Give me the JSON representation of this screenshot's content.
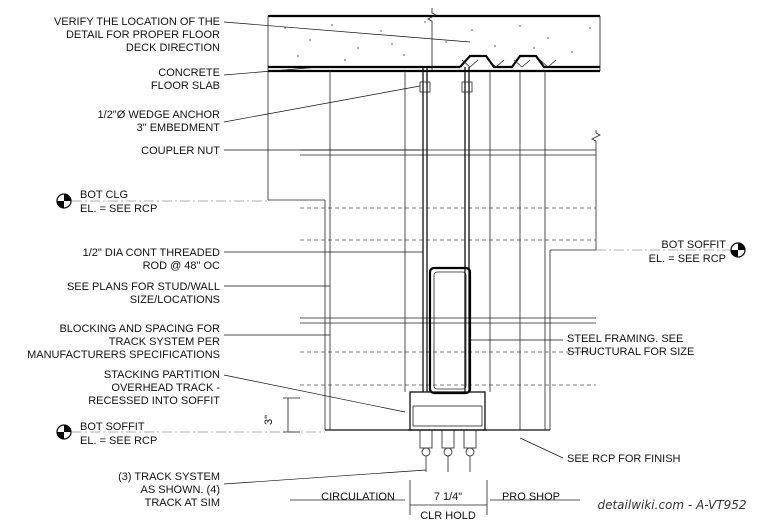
{
  "notes": {
    "verify_1": "VERIFY THE LOCATION OF THE",
    "verify_2": "DETAIL FOR  PROPER FLOOR",
    "verify_3": "DECK DIRECTION",
    "concrete_1": "CONCRETE",
    "concrete_2": "FLOOR SLAB",
    "anchor_1": "1/2\"Ø WEDGE ANCHOR",
    "anchor_2": "3\" EMBEDMENT",
    "coupler": "COUPLER NUT",
    "rod_1": "1/2\" DIA CONT THREADED",
    "rod_2": "ROD @ 48\" OC",
    "plans_1": "SEE PLANS FOR STUD/WALL",
    "plans_2": "SIZE/LOCATIONS",
    "blocking_1": "BLOCKING AND SPACING FOR",
    "blocking_2": "TRACK SYSTEM PER",
    "blocking_3": "MANUFACTURERS SPECIFICATIONS",
    "stacking_1": "STACKING PARTITION",
    "stacking_2": "OVERHEAD TRACK -",
    "stacking_3": "RECESSED INTO SOFFIT",
    "track_1": "(3) TRACK SYSTEM",
    "track_2": "AS SHOWN. (4)",
    "track_3": "TRACK AT SIM",
    "steel_1": "STEEL FRAMING. SEE",
    "steel_2": "STRUCTURAL FOR SIZE",
    "see_rcp_finish": "SEE RCP FOR FINISH"
  },
  "elevations": {
    "bot_clg": "BOT CLG",
    "bot_clg_el": "EL. = SEE RCP",
    "bot_soffit_right": "BOT SOFFIT",
    "bot_soffit_right_el": "EL. = SEE RCP",
    "bot_soffit_left": "BOT SOFFIT",
    "bot_soffit_left_el": "EL. = SEE RCP"
  },
  "dimensions": {
    "vertical": "3\"",
    "clear_width": "7 1/4\"",
    "clr_hold": "CLR HOLD"
  },
  "spaces": {
    "left": "CIRCULATION",
    "right": "PRO SHOP"
  },
  "watermark": "detailwiki.com - A-VT952"
}
